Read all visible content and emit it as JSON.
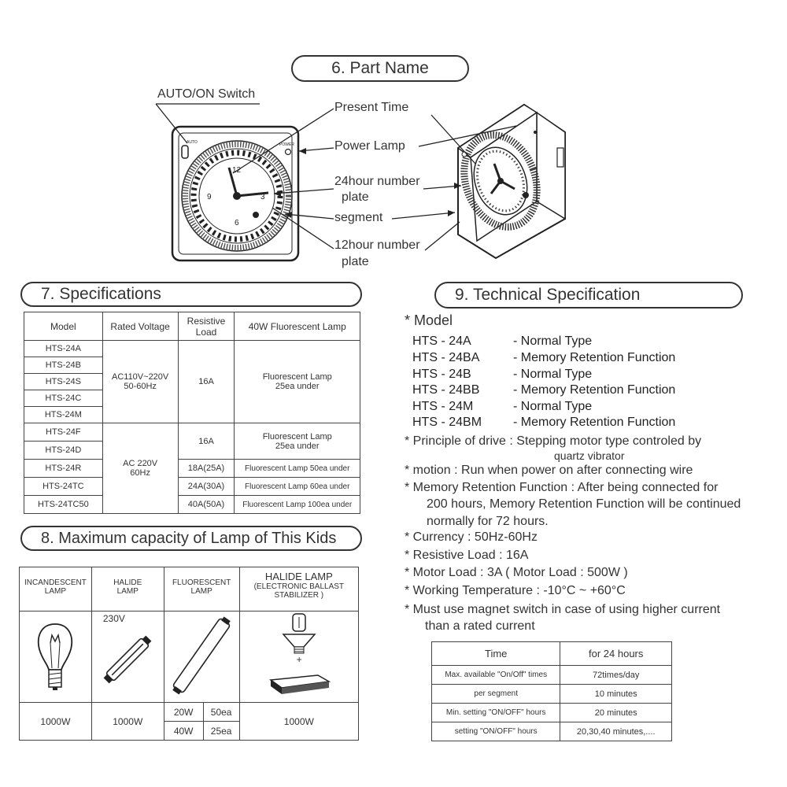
{
  "part_name": {
    "heading": "6.  Part Name",
    "labels": {
      "auto_on_switch": "AUTO/ON  Switch",
      "present_time": "Present Time",
      "power_lamp": "Power Lamp",
      "number_plate_24_line1": "24hour number",
      "number_plate_24_line2": "plate",
      "segment": "segment",
      "number_plate_12_line1": "12hour number",
      "number_plate_12_line2": "plate"
    },
    "device_text": {
      "power": "POWER",
      "auto": "AUTO"
    },
    "dial_numbers": [
      "12",
      "3",
      "6",
      "9"
    ]
  },
  "specifications": {
    "heading": "7. Specifications",
    "headers": [
      "Model",
      "Rated Voltage",
      "Resistive Load",
      "40W Fluorescent Lamp"
    ],
    "models": [
      "HTS-24A",
      "HTS-24B",
      "HTS-24S",
      "HTS-24C",
      "HTS-24M",
      "HTS-24F",
      "HTS-24D",
      "HTS-24R",
      "HTS-24TC",
      "HTS-24TC50"
    ],
    "voltage_group1_line1": "AC110V~220V",
    "voltage_group1_line2": "50-60Hz",
    "voltage_group2_line1": "AC 220V",
    "voltage_group2_line2": "60Hz",
    "load_group1": "16A",
    "load_group2": "16A",
    "load_r": "18A(25A)",
    "load_tc": "24A(30A)",
    "load_tc50": "40A(50A)",
    "lamp_group1_line1": "Fluorescent Lamp",
    "lamp_group1_line2": "25ea under",
    "lamp_group2_line1": "Fluorescent Lamp",
    "lamp_group2_line2": "25ea under",
    "lamp_r": "Fluorescent Lamp 50ea under",
    "lamp_tc": "Fluorescent Lamp 60ea under",
    "lamp_tc50": "Fluorescent Lamp 100ea under"
  },
  "max_capacity": {
    "heading": "8. Maximum capacity of Lamp of This Kids",
    "headers": {
      "incandescent_line1": "INCANDESCENT",
      "incandescent_line2": "LAMP",
      "halide_line1": "HALIDE",
      "halide_line2": "LAMP",
      "fluorescent_line1": "FLUORESCENT",
      "fluorescent_line2": "LAMP",
      "halide_ballast_line1": "HALIDE LAMP",
      "halide_ballast_line2": "(ELECTRONIC BALLAST",
      "halide_ballast_line3": "STABILIZER )"
    },
    "halide_voltage": "230V",
    "plus_sign": "+",
    "values": {
      "incandescent": "1000W",
      "halide": "1000W",
      "fluor_20w": "20W",
      "fluor_20w_count": "50ea",
      "fluor_40w": "40W",
      "fluor_40w_count": "25ea",
      "halide_ballast": "1000W"
    }
  },
  "technical": {
    "heading": "9. Technical Specification",
    "model_title": "* Model",
    "models": [
      {
        "code": "HTS - 24A",
        "desc": "-  Normal Type"
      },
      {
        "code": "HTS - 24BA",
        "desc": "-  Memory Retention Function"
      },
      {
        "code": "HTS - 24B",
        "desc": "-  Normal Type"
      },
      {
        "code": "HTS - 24BB",
        "desc": "-  Memory Retention Function"
      },
      {
        "code": "HTS - 24M",
        "desc": "-  Normal Type"
      },
      {
        "code": "HTS - 24BM",
        "desc": "-  Memory Retention Function"
      }
    ],
    "lines": {
      "principle": "* Principle of drive  : Stepping motor type controled by",
      "principle_cont": "quartz vibrator",
      "motion": "* motion   :  Run when power on after connecting wire",
      "memory": "* Memory Retention Function : After being connected for",
      "memory_cont1": "200 hours, Memory Retention Function will be continued",
      "memory_cont2": "normally for 72 hours.",
      "currency": "* Currency  :  50Hz-60Hz",
      "resistive": "* Resistive Load  : 16A",
      "motor": "* Motor Load    :  3A ( Motor Load   : 500W )",
      "working": "* Working Temperature  : -10°C ~ +60°C",
      "magnet": "* Must use magnet switch in case of using higher current",
      "magnet_cont": "than a rated current"
    },
    "time_table": {
      "header_left": "Time",
      "header_right": "for 24 hours",
      "rows": [
        {
          "label": "Max. available \"On/Off\" times",
          "value": "72times/day"
        },
        {
          "label": "per segment",
          "value": "10 minutes"
        },
        {
          "label": "Min. setting \"ON/OFF\" hours",
          "value": "20 minutes"
        },
        {
          "label": "setting \"ON/OFF\" hours",
          "value": "20,30,40 minutes,...."
        }
      ]
    }
  }
}
